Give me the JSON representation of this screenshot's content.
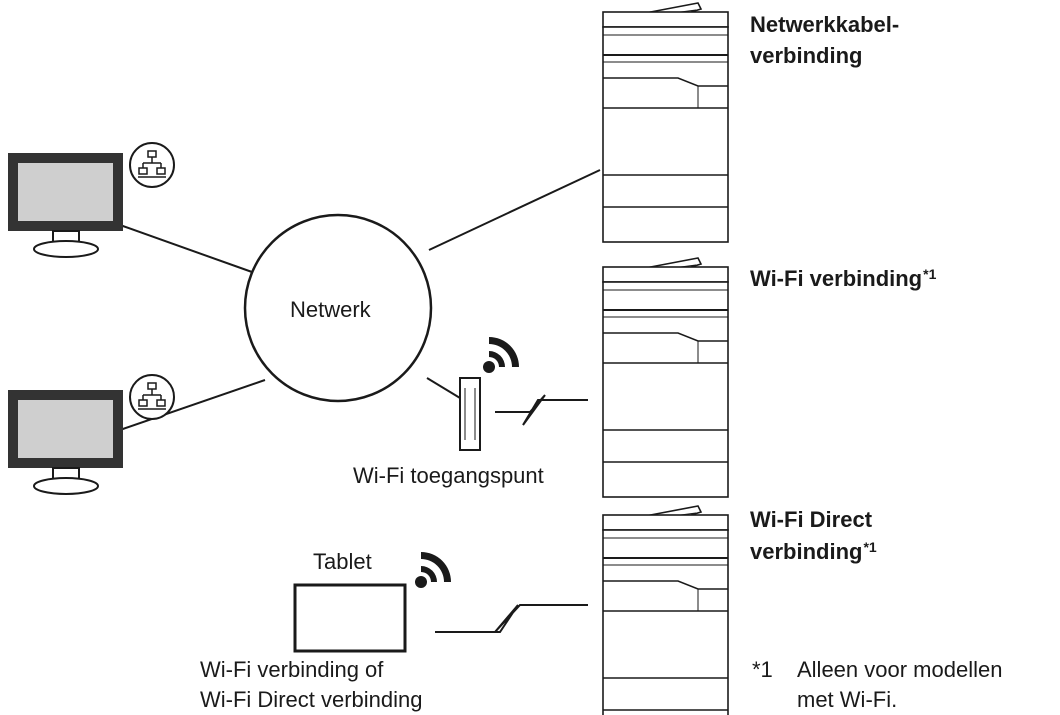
{
  "network": {
    "label": "Netwerk"
  },
  "access_point": {
    "label": "Wi-Fi toegangspunt"
  },
  "tablet": {
    "label": "Tablet",
    "caption_line1": "Wi-Fi verbinding of",
    "caption_line2": "Wi-Fi Direct verbinding"
  },
  "printers": [
    {
      "title_line1": "Netwerkkabel-",
      "title_line2": "verbinding"
    },
    {
      "title_line1": "Wi-Fi verbinding",
      "sup": "*1"
    },
    {
      "title_line1": "Wi-Fi Direct",
      "title_line2": "verbinding",
      "sup": "*1"
    }
  ],
  "footnote": {
    "marker": "*1",
    "line1": "Alleen voor modellen",
    "line2": "met Wi-Fi."
  },
  "icons": {
    "computer": "monitor-icon",
    "lan": "network-port-icon",
    "wifi": "wifi-signal-icon",
    "printer": "multifunction-printer-icon"
  }
}
